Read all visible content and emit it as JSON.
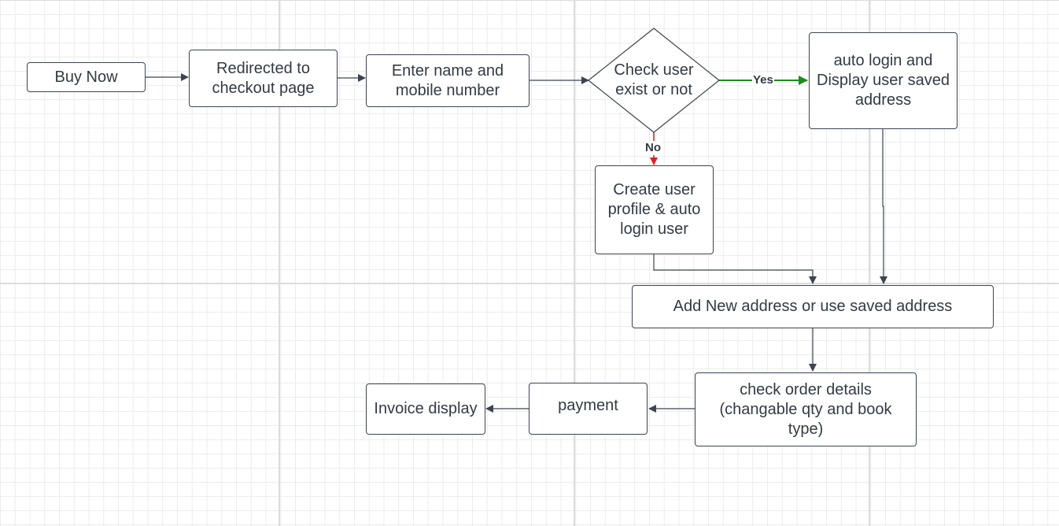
{
  "nodes": {
    "buy_now": "Buy Now",
    "redirected": "Redirected to checkout page",
    "enter_name": "Enter name and mobile number",
    "check_user": "Check user exist or not",
    "auto_login": "auto login and Display user saved address",
    "create_profile": "Create user profile & auto login user",
    "add_address": "Add New address or use saved address",
    "check_order": "check order details (changable qty and book type)",
    "payment": "payment",
    "invoice": "Invoice display"
  },
  "edges": {
    "yes_label": "Yes",
    "no_label": "No"
  },
  "colors": {
    "stroke": "#3e4352",
    "yes": "#1e8a1e",
    "no": "#e02020",
    "text": "#333a45"
  }
}
